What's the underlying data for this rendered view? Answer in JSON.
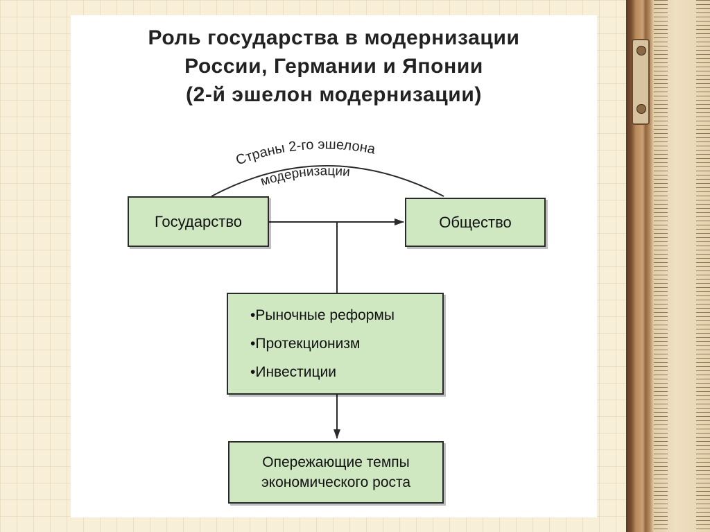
{
  "title": {
    "line1": "Роль  государства  в  модернизации",
    "line2": "России,  Германии и  Японии",
    "line3": "(2-й  эшелон  модернизации)"
  },
  "diagram": {
    "arc_label_1": "Страны 2-го эшелона",
    "arc_label_2": "модернизации",
    "state": "Государство",
    "society": "Общество",
    "measures": [
      "•Рыночные  реформы",
      "•Протекционизм",
      "•Инвестиции"
    ],
    "result_line1": "Опережающие  темпы",
    "result_line2": "экономического  роста"
  },
  "colors": {
    "box_fill": "#cfe8c2",
    "stroke": "#2a2a2a"
  }
}
